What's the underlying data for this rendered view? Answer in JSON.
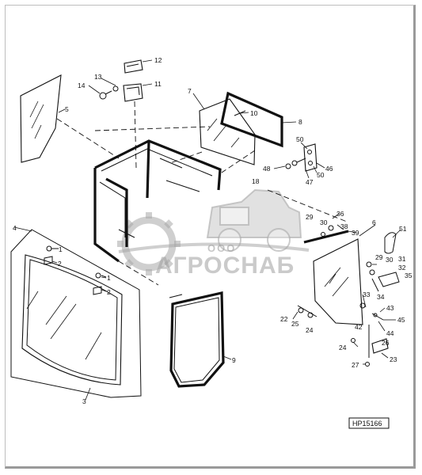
{
  "callouts": [
    {
      "id": "c12",
      "text": "12"
    },
    {
      "id": "c13",
      "text": "13"
    },
    {
      "id": "c14",
      "text": "14"
    },
    {
      "id": "c11",
      "text": "11"
    },
    {
      "id": "c5",
      "text": "5"
    },
    {
      "id": "c7",
      "text": "7"
    },
    {
      "id": "c10",
      "text": "10"
    },
    {
      "id": "c8",
      "text": "8"
    },
    {
      "id": "c50a",
      "text": "50"
    },
    {
      "id": "c48",
      "text": "48"
    },
    {
      "id": "c47",
      "text": "47"
    },
    {
      "id": "c50b",
      "text": "50"
    },
    {
      "id": "c46",
      "text": "46"
    },
    {
      "id": "c18",
      "text": "18"
    },
    {
      "id": "c29a",
      "text": "29"
    },
    {
      "id": "c30a",
      "text": "30"
    },
    {
      "id": "c36",
      "text": "36"
    },
    {
      "id": "c38",
      "text": "38"
    },
    {
      "id": "c39",
      "text": "39"
    },
    {
      "id": "c6",
      "text": "6"
    },
    {
      "id": "c51",
      "text": "51"
    },
    {
      "id": "c4",
      "text": "4"
    },
    {
      "id": "c1a",
      "text": "1"
    },
    {
      "id": "c2a",
      "text": "2"
    },
    {
      "id": "c1b",
      "text": "1"
    },
    {
      "id": "c2b",
      "text": "2"
    },
    {
      "id": "c3",
      "text": "3"
    },
    {
      "id": "c9",
      "text": "9"
    },
    {
      "id": "c29b",
      "text": "29"
    },
    {
      "id": "c30b",
      "text": "30"
    },
    {
      "id": "c31",
      "text": "31"
    },
    {
      "id": "c32",
      "text": "32"
    },
    {
      "id": "c35",
      "text": "35"
    },
    {
      "id": "c33",
      "text": "33"
    },
    {
      "id": "c34",
      "text": "34"
    },
    {
      "id": "c43",
      "text": "43"
    },
    {
      "id": "c45",
      "text": "45"
    },
    {
      "id": "c44",
      "text": "44"
    },
    {
      "id": "c42",
      "text": "42"
    },
    {
      "id": "c22",
      "text": "22"
    },
    {
      "id": "c25",
      "text": "25"
    },
    {
      "id": "c24a",
      "text": "24"
    },
    {
      "id": "c26",
      "text": "26"
    },
    {
      "id": "c24b",
      "text": "24"
    },
    {
      "id": "c23",
      "text": "23"
    },
    {
      "id": "c27",
      "text": "27"
    }
  ],
  "figure_ref": "HP15166",
  "watermark": {
    "company_form": "ООО",
    "company_name": "АГРОСНАБ"
  },
  "colors": {
    "line": "#111111",
    "watermark": "#9e9e9e",
    "frame": "#bdbdbd"
  }
}
